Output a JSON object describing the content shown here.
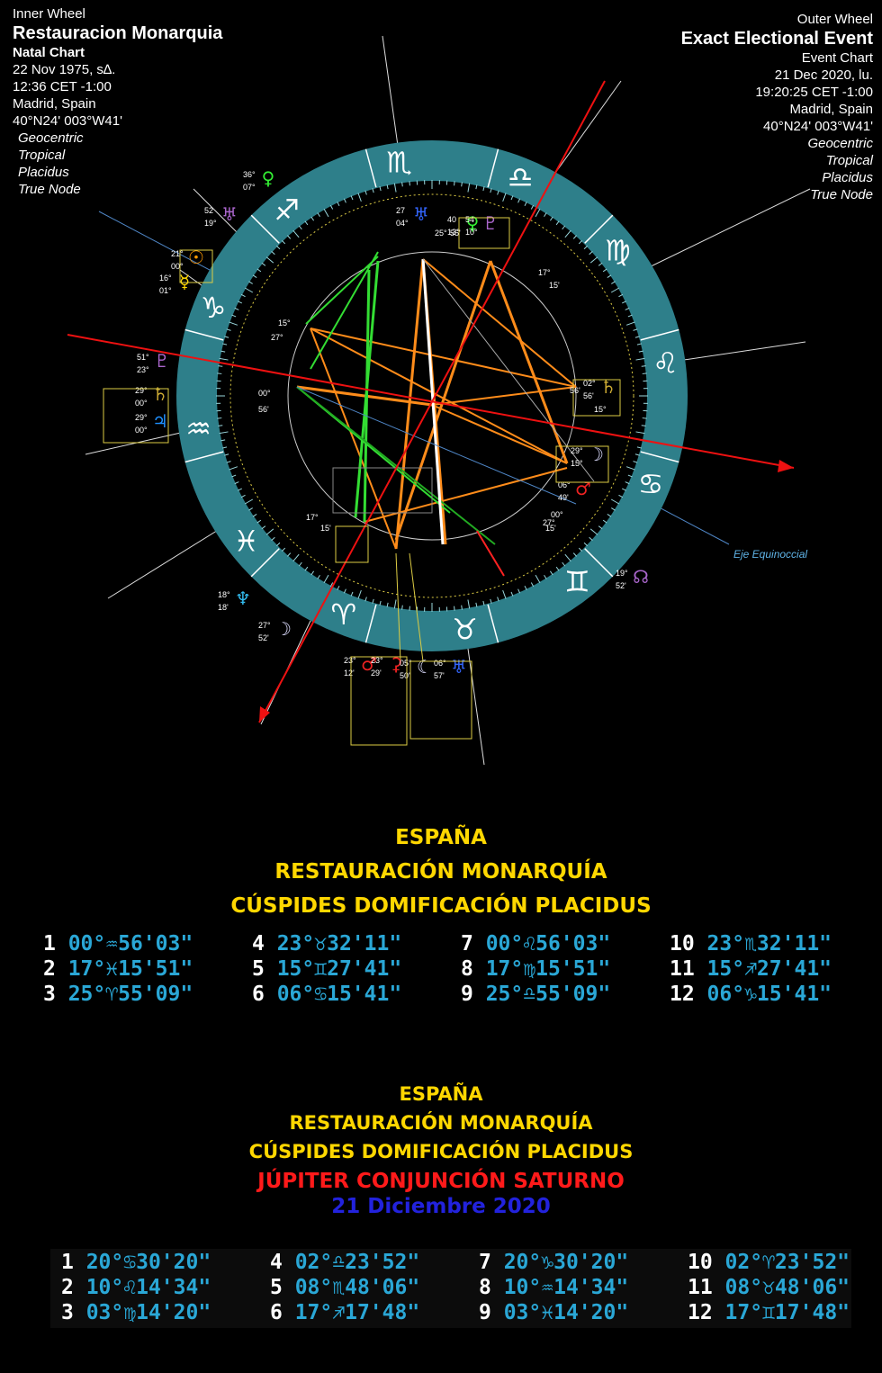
{
  "inner_header": {
    "label": "Inner Wheel",
    "title": "Restauracion Monarquia",
    "chart_type": "Natal Chart",
    "date": "22 Nov 1975, s∆.",
    "time": "12:36 CET -1:00",
    "place": "Madrid, Spain",
    "coords": "40°N24' 003°W41'",
    "settings": [
      "Geocentric",
      "Tropical",
      "Placidus",
      "True Node"
    ]
  },
  "outer_header": {
    "label": "Outer Wheel",
    "title": "Exact Electional Event",
    "chart_type": "Event Chart",
    "date": "21 Dec 2020, lu.",
    "time": "19:20:25 CET -1:00",
    "place": "Madrid, Spain",
    "coords": "40°N24' 003°W41'",
    "settings": [
      "Geocentric",
      "Tropical",
      "Placidus",
      "True Node"
    ]
  },
  "wheel": {
    "axis_label": "Eje Equinoccial",
    "zodiac_glyphs": [
      "♏",
      "♎",
      "♍",
      "♌",
      "♋",
      "♊",
      "♉",
      "♈",
      "♓",
      "♒",
      "♑",
      "♐"
    ],
    "inner_house_labels": [
      "25°",
      "55'",
      "17°",
      "15'",
      "00°",
      "56'",
      "15°",
      "27°",
      "17°",
      "15'",
      "15'",
      "00°",
      "56'",
      "15°",
      "27°"
    ],
    "planets": [
      {
        "glyph": "♀",
        "deg": "36°",
        "min": "07°",
        "color": "#33ee33"
      },
      {
        "glyph": "♅",
        "deg": "52",
        "min": "19°",
        "color": "#aa66cc"
      },
      {
        "glyph": "☉",
        "deg": "21°",
        "min": "00°",
        "color": "#ff9900"
      },
      {
        "glyph": "☿",
        "deg": "16°",
        "min": "01°",
        "color": "#ffd700"
      },
      {
        "glyph": "♇",
        "deg": "51°",
        "min": "23°",
        "color": "#aa66cc"
      },
      {
        "glyph": "♄",
        "deg": "29°",
        "min": "00°",
        "color": "#ccaa33"
      },
      {
        "glyph": "♃",
        "deg": "29°",
        "min": "00°",
        "color": "#1e90ff"
      },
      {
        "glyph": "♆",
        "deg": "18°",
        "min": "18'",
        "color": "#33bbee"
      },
      {
        "glyph": "☽",
        "deg": "27°",
        "min": "52'",
        "color": "#ddddff"
      },
      {
        "glyph": "♂",
        "deg": "23°",
        "min": "12'",
        "color": "#ee2222"
      },
      {
        "glyph": "⚳",
        "deg": "23°",
        "min": "29'",
        "color": "#ee2222"
      },
      {
        "glyph": "☾",
        "deg": "05°",
        "min": "50'",
        "color": "#ddddff"
      },
      {
        "glyph": "♅",
        "deg": "06°",
        "min": "57'",
        "color": "#3366ff"
      },
      {
        "glyph": "☊",
        "deg": "19°",
        "min": "52'",
        "color": "#aa66cc"
      },
      {
        "glyph": "♀",
        "deg": "40",
        "min": "13°",
        "color": "#33ee33"
      },
      {
        "glyph": "♇",
        "deg": "54",
        "min": "10°",
        "color": "#aa66cc"
      },
      {
        "glyph": "♅",
        "deg": "27",
        "min": "04°",
        "color": "#3366ff"
      },
      {
        "glyph": "♄",
        "deg": "02°",
        "min": "56'",
        "color": "#ccaa33"
      },
      {
        "glyph": "☽",
        "deg": "29°",
        "min": "15°",
        "color": "#ddddff"
      },
      {
        "glyph": "♂",
        "deg": "06°",
        "min": "49'",
        "color": "#ee2222"
      }
    ]
  },
  "section1": {
    "line1": "ESPAÑA",
    "line2": "RESTAURACIÓN MONARQUÍA",
    "line3": "CÚSPIDES DOMIFICACIÓN PLACIDUS",
    "cusps": [
      {
        "n": "1",
        "v": "00°♒56'03\""
      },
      {
        "n": "2",
        "v": "17°♓15'51\""
      },
      {
        "n": "3",
        "v": "25°♈55'09\""
      },
      {
        "n": "4",
        "v": "23°♉32'11\""
      },
      {
        "n": "5",
        "v": "15°♊27'41\""
      },
      {
        "n": "6",
        "v": "06°♋15'41\""
      },
      {
        "n": "7",
        "v": "00°♌56'03\""
      },
      {
        "n": "8",
        "v": "17°♍15'51\""
      },
      {
        "n": "9",
        "v": "25°♎55'09\""
      },
      {
        "n": "10",
        "v": "23°♏32'11\""
      },
      {
        "n": "11",
        "v": "15°♐27'41\""
      },
      {
        "n": "12",
        "v": "06°♑15'41\""
      }
    ]
  },
  "section2": {
    "line1": "ESPAÑA",
    "line2": "RESTAURACIÓN MONARQUÍA",
    "line3": "CÚSPIDES DOMIFICACIÓN PLACIDUS",
    "line4": "JÚPITER CONJUNCIÓN SATURNO",
    "line5": "21 Diciembre 2020",
    "cusps": [
      {
        "n": "1",
        "v": "20°♋30'20\""
      },
      {
        "n": "2",
        "v": "10°♌14'34\""
      },
      {
        "n": "3",
        "v": "03°♍14'20\""
      },
      {
        "n": "4",
        "v": "02°♎23'52\""
      },
      {
        "n": "5",
        "v": "08°♏48'06\""
      },
      {
        "n": "6",
        "v": "17°♐17'48\""
      },
      {
        "n": "7",
        "v": "20°♑30'20\""
      },
      {
        "n": "8",
        "v": "10°♒14'34\""
      },
      {
        "n": "9",
        "v": "03°♓14'20\""
      },
      {
        "n": "10",
        "v": "02°♈23'52\""
      },
      {
        "n": "11",
        "v": "08°♉48'06\""
      },
      {
        "n": "12",
        "v": "17°♊17'48\""
      }
    ]
  }
}
